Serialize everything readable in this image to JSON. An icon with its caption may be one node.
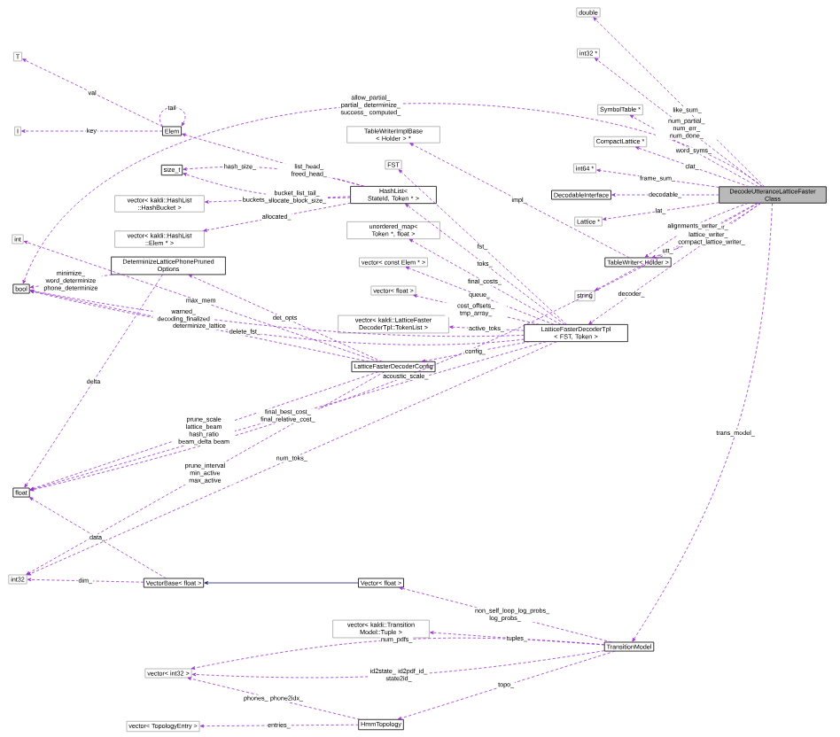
{
  "diagram": {
    "nodes": [
      {
        "text": [
          "DecodeUtteranceLatticeFaster Class"
        ]
      },
      {
        "text": [
          "double"
        ]
      },
      {
        "text": [
          "int32 *"
        ]
      },
      {
        "text": [
          "SymbolTable *"
        ]
      },
      {
        "text": [
          "CompactLattice *"
        ]
      },
      {
        "text": [
          "int64 *"
        ]
      },
      {
        "text": [
          "DecodableInterface"
        ]
      },
      {
        "text": [
          "Lattice *"
        ]
      },
      {
        "text": [
          "TableWriter< Holder >"
        ]
      },
      {
        "text": [
          "string"
        ]
      },
      {
        "text": [
          "LatticeFasterDecoderTpl < FST, Token >"
        ]
      },
      {
        "text": [
          "TransitionModel"
        ]
      },
      {
        "text": [
          "bool"
        ]
      },
      {
        "text": [
          "float"
        ]
      },
      {
        "text": [
          "T"
        ]
      },
      {
        "text": [
          "I"
        ]
      },
      {
        "text": [
          "int"
        ]
      },
      {
        "text": [
          "Elem"
        ]
      },
      {
        "text": [
          "size_t"
        ]
      },
      {
        "text": [
          "vector< kaldi::HashList ::HashBucket >"
        ]
      },
      {
        "text": [
          "vector< kaldi::HashList ::Elem * >"
        ]
      },
      {
        "text": [
          "HashList< StateId, Token * >"
        ]
      },
      {
        "text": [
          "TableWriterImplBase < Holder > *"
        ]
      },
      {
        "text": [
          "FST"
        ]
      },
      {
        "text": [
          "unordered_map< Token *, float >"
        ]
      },
      {
        "text": [
          "vector< const Elem * >"
        ]
      },
      {
        "text": [
          "vector< float >"
        ]
      },
      {
        "text": [
          "vector< kaldi::LatticeFaster DecoderTpl::TokenList >"
        ]
      },
      {
        "text": [
          "LatticeFasterDecoderConfig"
        ]
      },
      {
        "text": [
          "DeterminizeLatticePhonePruned Options"
        ]
      },
      {
        "text": [
          "int32"
        ]
      },
      {
        "text": [
          "VectorBase< float >"
        ]
      },
      {
        "text": [
          "Vector< float >"
        ]
      },
      {
        "text": [
          "vector< kaldi::Transition Model::Tuple >"
        ]
      },
      {
        "text": [
          "vector< int32 >"
        ]
      },
      {
        "text": [
          "HmmTopology"
        ]
      },
      {
        "text": [
          "vector< TopologyEntry >"
        ]
      }
    ],
    "edges": [
      {
        "from": 0,
        "to": 1,
        "arrow": "to",
        "style": "dashed",
        "label": "like_sum_"
      },
      {
        "from": 0,
        "to": 2,
        "arrow": "to",
        "style": "dashed",
        "label": "num_partial_ num_err_ num_done_"
      },
      {
        "from": 0,
        "to": 3,
        "arrow": "to",
        "style": "dashed",
        "label": "word_syms_"
      },
      {
        "from": 0,
        "to": 4,
        "arrow": "to",
        "style": "dashed",
        "label": "clat_"
      },
      {
        "from": 0,
        "to": 5,
        "arrow": "to",
        "style": "dashed",
        "label": "frame_sum_"
      },
      {
        "from": 0,
        "to": 6,
        "arrow": "to",
        "style": "dashed",
        "label": "decodable_"
      },
      {
        "from": 0,
        "to": 7,
        "arrow": "to",
        "style": "dashed",
        "label": "lat_"
      },
      {
        "from": 0,
        "to": 8,
        "arrow": "to",
        "style": "dashed",
        "label": "words_writer_ lattice_writer_ compact_lattice_writer_"
      },
      {
        "from": 0,
        "to": 8,
        "arrow": "to",
        "style": "dashed",
        "label": "alignments_writer_"
      },
      {
        "from": 0,
        "to": 9,
        "arrow": "to",
        "style": "dashed",
        "label": "utt_"
      },
      {
        "from": 0,
        "to": 10,
        "arrow": "to",
        "style": "dashed",
        "label": "decoder_"
      },
      {
        "from": 0,
        "to": 11,
        "arrow": "to",
        "style": "dashed",
        "label": "trans_model_"
      },
      {
        "from": 0,
        "to": 12,
        "arrow": "to",
        "style": "dashed",
        "label": "allow_partial_ partial_ determinize_ success_ computed_"
      },
      {
        "from": 0,
        "to": 13,
        "arrow": "to",
        "style": "dashed",
        "label": "acoustic_scale_"
      },
      {
        "from": 17,
        "to": 14,
        "arrow": "to",
        "style": "dashed",
        "label": "val"
      },
      {
        "from": 17,
        "to": 15,
        "arrow": "to",
        "style": "dashed",
        "label": "key"
      },
      {
        "from": 17,
        "to": 17,
        "arrow": "to",
        "style": "dashed",
        "label": "tail"
      },
      {
        "from": 21,
        "to": 17,
        "arrow": "to",
        "style": "dashed",
        "label": "list_head_ freed_head_"
      },
      {
        "from": 21,
        "to": 18,
        "arrow": "to",
        "style": "dashed",
        "label": "bucket_list_tail_ allocate_block_size_"
      },
      {
        "from": 21,
        "to": 18,
        "arrow": "to",
        "style": "dashed",
        "label": "hash_size_"
      },
      {
        "from": 21,
        "to": 19,
        "arrow": "to",
        "style": "dashed",
        "label": "buckets_"
      },
      {
        "from": 21,
        "to": 20,
        "arrow": "to",
        "style": "dashed",
        "label": "allocated_"
      },
      {
        "from": 8,
        "to": 22,
        "arrow": "to",
        "style": "dashed",
        "label": "impl_"
      },
      {
        "from": 10,
        "to": 23,
        "arrow": "to",
        "style": "dashed",
        "label": "fst_"
      },
      {
        "from": 10,
        "to": 21,
        "arrow": "to",
        "style": "dashed",
        "label": "toks_"
      },
      {
        "from": 10,
        "to": 24,
        "arrow": "to",
        "style": "dashed",
        "label": "final_costs_"
      },
      {
        "from": 10,
        "to": 25,
        "arrow": "to",
        "style": "dashed",
        "label": "queue_"
      },
      {
        "from": 10,
        "to": 26,
        "arrow": "to",
        "style": "dashed",
        "label": "cost_offsets_ tmp_array_"
      },
      {
        "from": 10,
        "to": 27,
        "arrow": "to",
        "style": "dashed",
        "label": "active_toks_"
      },
      {
        "from": 10,
        "to": 28,
        "arrow": "to",
        "style": "dashed",
        "label": "config_"
      },
      {
        "from": 28,
        "to": 16,
        "arrow": "to",
        "style": "dashed",
        "label": "max_mem"
      },
      {
        "from": 29,
        "to": 12,
        "arrow": "to",
        "style": "dashed",
        "label": "minimize_ word_determinize phone_determinize"
      },
      {
        "from": 28,
        "to": 29,
        "arrow": "to",
        "style": "dashed",
        "label": "det_opts"
      },
      {
        "from": 28,
        "to": 12,
        "arrow": "to",
        "style": "dashed",
        "label": "determinize_lattice"
      },
      {
        "from": 29,
        "to": 13,
        "arrow": "to",
        "style": "dashed",
        "label": "delta"
      },
      {
        "from": 28,
        "to": 13,
        "arrow": "to",
        "style": "dashed",
        "label": "prune_scale lattice_beam hash_ratio beam_delta beam"
      },
      {
        "from": 28,
        "to": 30,
        "arrow": "to",
        "style": "dashed",
        "label": "prune_interval min_active max_active"
      },
      {
        "from": 10,
        "to": 12,
        "arrow": "to",
        "style": "dashed",
        "label": "warned_ decoding_finalized"
      },
      {
        "from": 10,
        "to": 12,
        "arrow": "to",
        "style": "dashed",
        "label": "delete_fst_"
      },
      {
        "from": 10,
        "to": 13,
        "arrow": "to",
        "style": "dashed",
        "label": "final_best_cost_ final_relative_cost_"
      },
      {
        "from": 10,
        "to": 30,
        "arrow": "to",
        "style": "dashed",
        "label": "num_toks_"
      },
      {
        "from": 31,
        "to": 13,
        "arrow": "to",
        "style": "dashed",
        "label": "data_"
      },
      {
        "from": 31,
        "to": 30,
        "arrow": "to",
        "style": "dashed",
        "label": "dim_"
      },
      {
        "from": 32,
        "to": 31,
        "arrow": "to",
        "color": "#191970"
      },
      {
        "from": 11,
        "to": 32,
        "arrow": "to",
        "style": "dashed",
        "label": "non_self_loop_log_probs_ log_probs_"
      },
      {
        "from": 11,
        "to": 33,
        "arrow": "to",
        "style": "dashed",
        "label": "tuples_"
      },
      {
        "from": 11,
        "to": 34,
        "arrow": "to",
        "style": "dashed",
        "label": "id2state_ id2pdf_id_ state2id_"
      },
      {
        "from": 11,
        "to": 34,
        "arrow": "to",
        "style": "dashed",
        "label": "num_pdfs_"
      },
      {
        "from": 11,
        "to": 35,
        "arrow": "to",
        "style": "dashed",
        "label": "topo_"
      },
      {
        "from": 35,
        "to": 34,
        "arrow": "to",
        "style": "dashed",
        "label": "phones_ phone2idx_"
      },
      {
        "from": 35,
        "to": 36,
        "arrow": "to",
        "style": "dashed",
        "label": "entries_"
      }
    ]
  }
}
